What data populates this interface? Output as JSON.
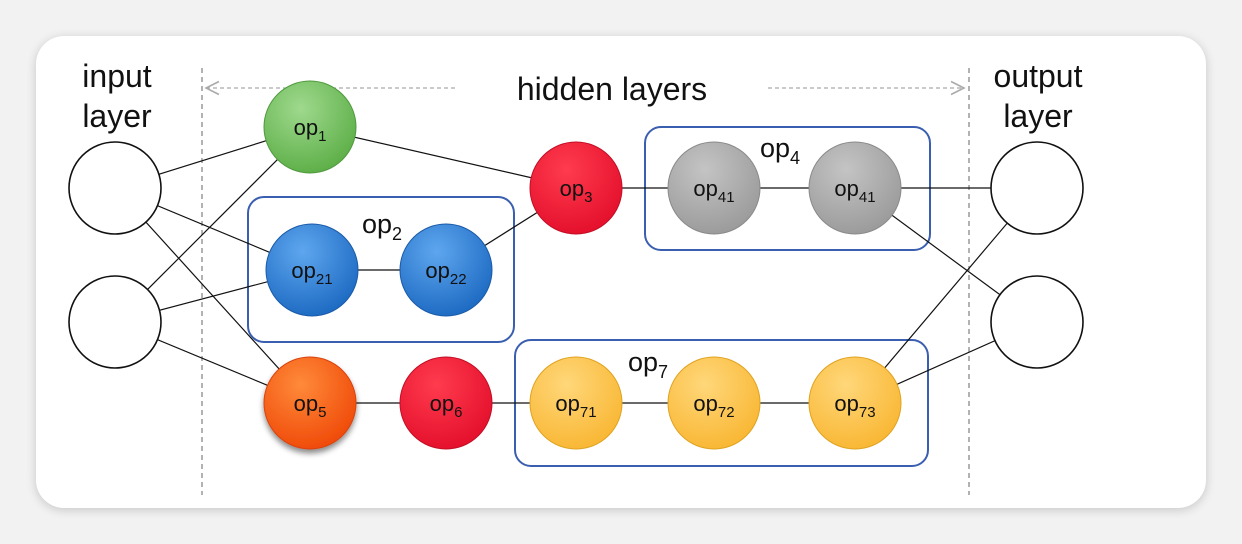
{
  "labels": {
    "input_line1": "input",
    "input_line2": "layer",
    "hidden": "hidden layers",
    "output_line1": "output",
    "output_line2": "layer"
  },
  "nodes": {
    "op1": {
      "base": "op",
      "sub": "1"
    },
    "op21": {
      "base": "op",
      "sub": "21"
    },
    "op22": {
      "base": "op",
      "sub": "22"
    },
    "op3": {
      "base": "op",
      "sub": "3"
    },
    "op41a": {
      "base": "op",
      "sub": "41"
    },
    "op41b": {
      "base": "op",
      "sub": "41"
    },
    "op5": {
      "base": "op",
      "sub": "5"
    },
    "op6": {
      "base": "op",
      "sub": "6"
    },
    "op71": {
      "base": "op",
      "sub": "71"
    },
    "op72": {
      "base": "op",
      "sub": "72"
    },
    "op73": {
      "base": "op",
      "sub": "73"
    }
  },
  "groups": {
    "op2": {
      "base": "op",
      "sub": "2"
    },
    "op4": {
      "base": "op",
      "sub": "4"
    },
    "op7": {
      "base": "op",
      "sub": "7"
    }
  },
  "colors": {
    "green": "#6cbf5a",
    "blue": "#2f7fd6",
    "red": "#ee1c38",
    "orange": "#ff5a1a",
    "gray": "#a9a9a9",
    "yellow": "#fcc24c",
    "group_border": "#3b5fb0"
  }
}
